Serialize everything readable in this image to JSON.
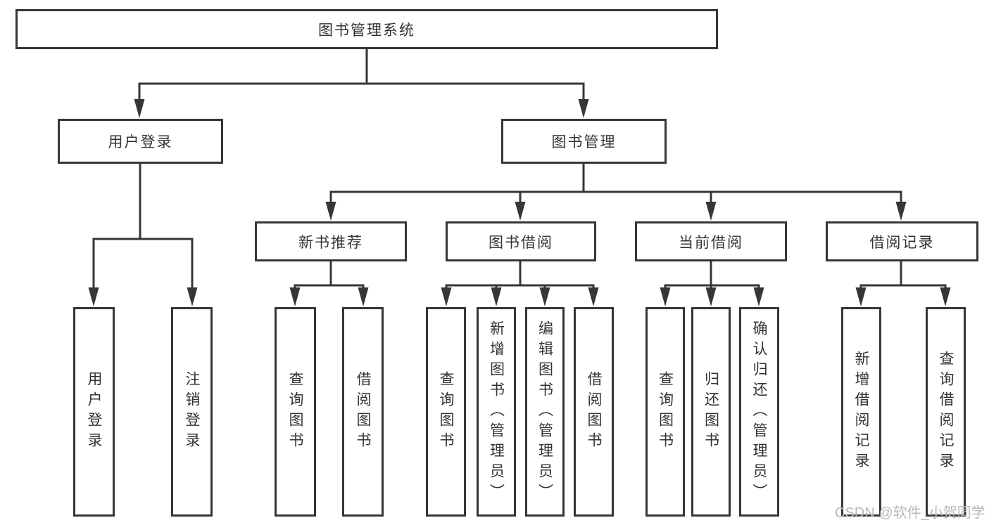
{
  "theme": {
    "ink": "#363636",
    "text": "#333333",
    "watermark_color": "#b8b8b8",
    "background": "#ffffff"
  },
  "diagram": {
    "root": {
      "label": "图书管理系统"
    },
    "level2": [
      {
        "label": "用户登录"
      },
      {
        "label": "图书管理"
      }
    ],
    "level3": [
      {
        "label": "新书推荐"
      },
      {
        "label": "图书借阅"
      },
      {
        "label": "当前借阅"
      },
      {
        "label": "借阅记录"
      }
    ],
    "leaves": [
      {
        "label": "用户登录",
        "parent": "用户登录"
      },
      {
        "label": "注销登录",
        "parent": "用户登录"
      },
      {
        "label": "查询图书",
        "parent": "新书推荐"
      },
      {
        "label": "借阅图书",
        "parent": "新书推荐"
      },
      {
        "label": "查询图书",
        "parent": "图书借阅"
      },
      {
        "label": "新增图书（管理员）",
        "parent": "图书借阅"
      },
      {
        "label": "编辑图书（管理员）",
        "parent": "图书借阅"
      },
      {
        "label": "借阅图书",
        "parent": "图书借阅"
      },
      {
        "label": "查询图书",
        "parent": "当前借阅"
      },
      {
        "label": "归还图书",
        "parent": "当前借阅"
      },
      {
        "label": "确认归还（管理员）",
        "parent": "当前借阅"
      },
      {
        "label": "新增借阅记录",
        "parent": "借阅记录"
      },
      {
        "label": "查询借阅记录",
        "parent": "借阅记录"
      }
    ],
    "watermark": "CSDN @软件_小贺同学"
  }
}
